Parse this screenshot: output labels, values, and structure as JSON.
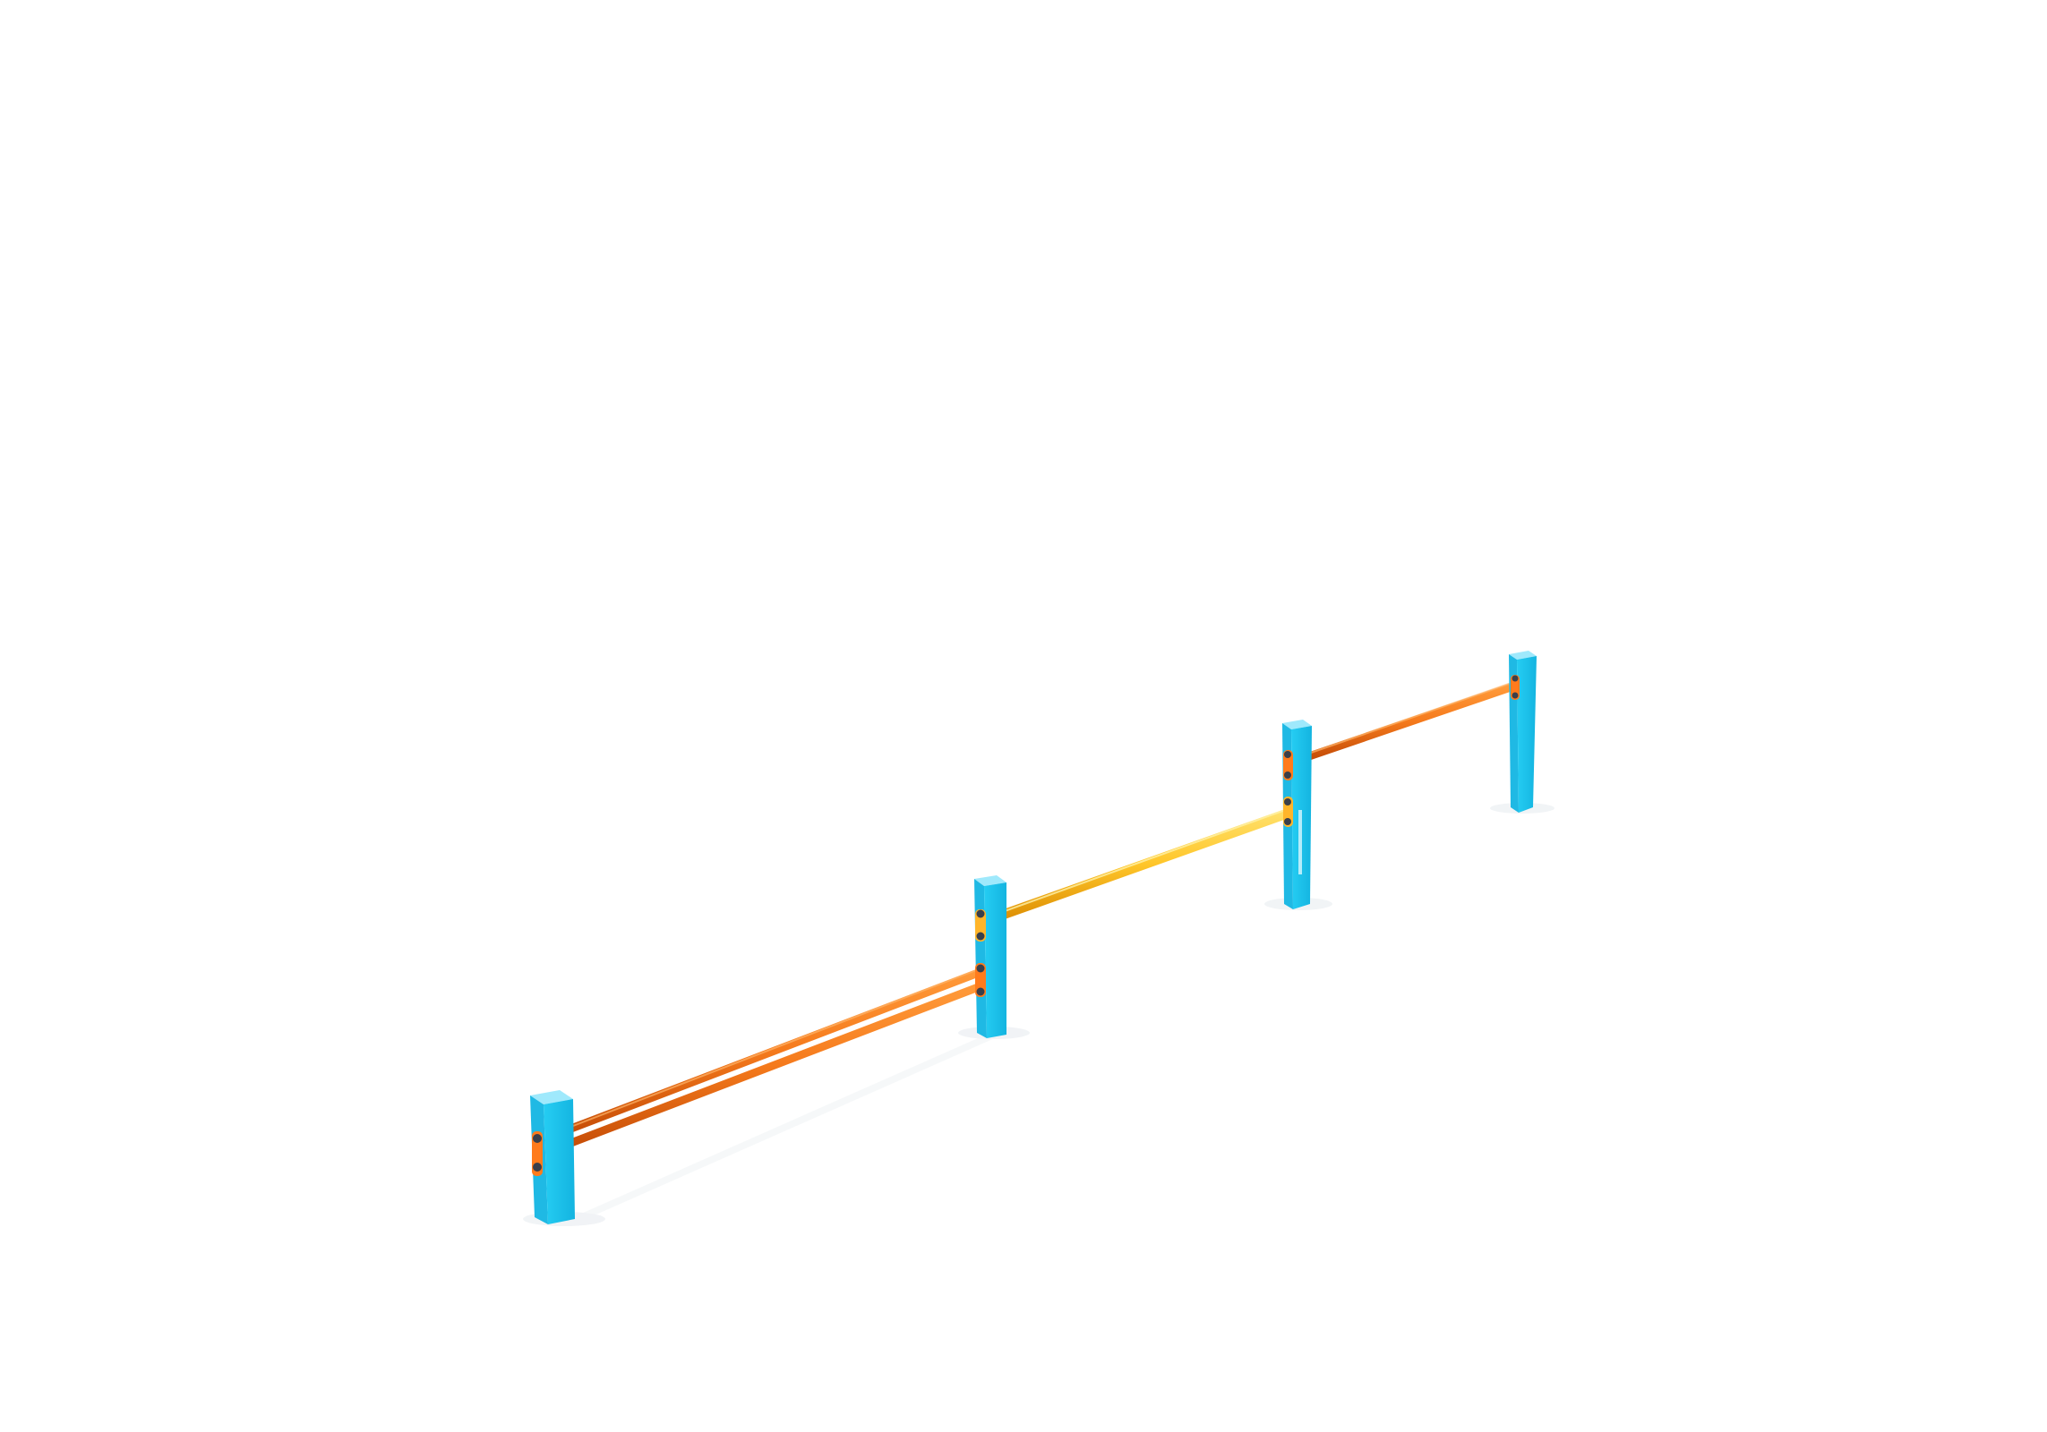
{
  "scene": {
    "subject": "playground-balance-bar-fence",
    "colors": {
      "background": "#ffffff",
      "post_front": "#1cc3ec",
      "post_side": "#0fa3cf",
      "post_top": "#8fe6fb",
      "bar_orange": "#f57a1c",
      "bar_orange_shade": "#d9580a",
      "bar_yellow": "#ffc62a",
      "bar_yellow_shade": "#e89a06",
      "bracket_orange": "#ff7b1c",
      "bracket_yellow": "#ffb52a",
      "bolt": "#3a3f4a",
      "shadow": "#e9ecef"
    },
    "icons": {
      "posts": "post-shape",
      "bars": "bar-shape",
      "brackets": "bracket-shape",
      "bolts": "bolt-shape"
    }
  }
}
